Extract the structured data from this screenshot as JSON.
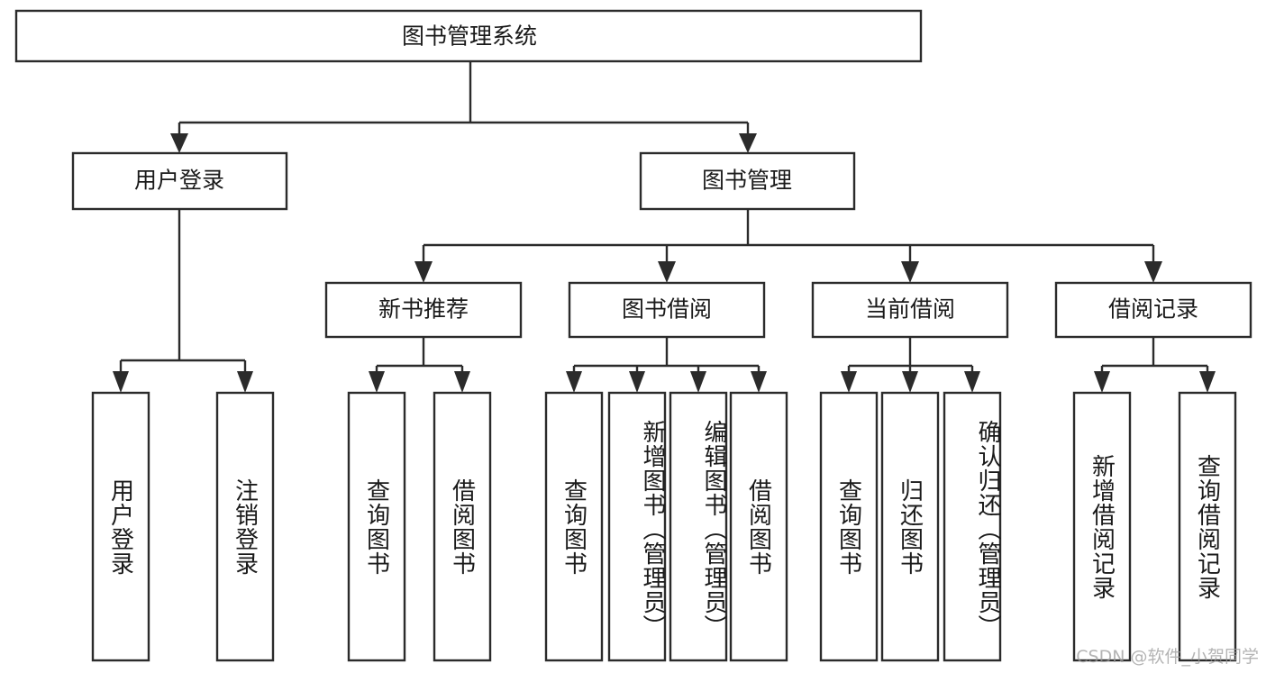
{
  "diagram": {
    "title": "图书管理系统",
    "type": "tree-hierarchy",
    "root": {
      "id": "root",
      "label": "图书管理系统",
      "orientation": "horizontal"
    },
    "level2": [
      {
        "id": "user-login",
        "label": "用户登录",
        "orientation": "horizontal"
      },
      {
        "id": "book-management",
        "label": "图书管理",
        "orientation": "horizontal"
      }
    ],
    "level3": [
      {
        "id": "new-book-recommend",
        "label": "新书推荐",
        "orientation": "horizontal"
      },
      {
        "id": "book-borrow",
        "label": "图书借阅",
        "orientation": "horizontal"
      },
      {
        "id": "current-borrow",
        "label": "当前借阅",
        "orientation": "horizontal"
      },
      {
        "id": "borrow-record",
        "label": "借阅记录",
        "orientation": "horizontal"
      }
    ],
    "leaves": [
      {
        "id": "leaf-user-login",
        "label": "用户登录",
        "parent": "user-login",
        "orientation": "vertical"
      },
      {
        "id": "leaf-user-logout",
        "label": "注销登录",
        "parent": "user-login",
        "orientation": "vertical"
      },
      {
        "id": "leaf-query-book-1",
        "label": "查询图书",
        "parent": "new-book-recommend",
        "orientation": "vertical"
      },
      {
        "id": "leaf-borrow-book-1",
        "label": "借阅图书",
        "parent": "new-book-recommend",
        "orientation": "vertical"
      },
      {
        "id": "leaf-query-book-2",
        "label": "查询图书",
        "parent": "book-borrow",
        "orientation": "vertical"
      },
      {
        "id": "leaf-add-book",
        "label": "新增图书（管理员）",
        "parent": "book-borrow",
        "orientation": "vertical"
      },
      {
        "id": "leaf-edit-book",
        "label": "编辑图书（管理员）",
        "parent": "book-borrow",
        "orientation": "vertical"
      },
      {
        "id": "leaf-borrow-book-2",
        "label": "借阅图书",
        "parent": "book-borrow",
        "orientation": "vertical"
      },
      {
        "id": "leaf-query-book-3",
        "label": "查询图书",
        "parent": "current-borrow",
        "orientation": "vertical"
      },
      {
        "id": "leaf-return-book",
        "label": "归还图书",
        "parent": "current-borrow",
        "orientation": "vertical"
      },
      {
        "id": "leaf-confirm-return",
        "label": "确认归还（管理员）",
        "parent": "current-borrow",
        "orientation": "vertical"
      },
      {
        "id": "leaf-add-record",
        "label": "新增借阅记录",
        "parent": "borrow-record",
        "orientation": "vertical"
      },
      {
        "id": "leaf-query-record",
        "label": "查询借阅记录",
        "parent": "borrow-record",
        "orientation": "vertical"
      }
    ],
    "colors": {
      "box_fill": "#ffffff",
      "box_stroke": "#2b2b2b",
      "text": "#1a1a1a",
      "background": "#ffffff",
      "watermark": "#9b9b9b"
    }
  },
  "watermark": {
    "text": "CSDN @软件_小贺同学"
  }
}
